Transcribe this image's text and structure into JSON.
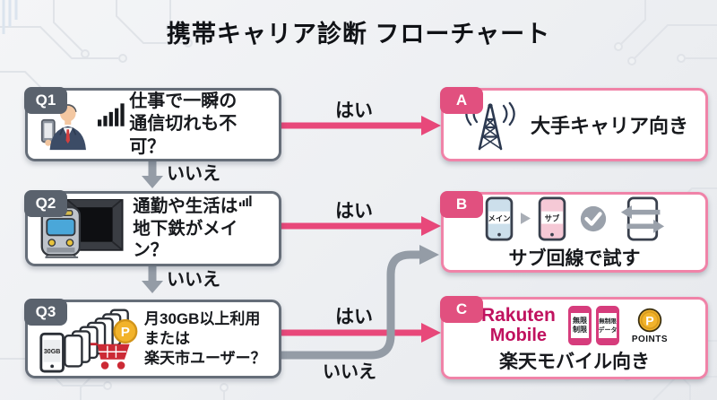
{
  "title": "携帯キャリア診断 フローチャート",
  "questions": [
    {
      "id": "Q1",
      "lines": [
        "仕事で一瞬の",
        "通信切れも不可？"
      ]
    },
    {
      "id": "Q2",
      "lines": [
        "通勤や生活は",
        "地下鉄がメイン？"
      ]
    },
    {
      "id": "Q3",
      "lines": [
        "月30GB以上利用",
        "または",
        "楽天市ユーザー？"
      ],
      "phone_label": "30GB",
      "coin_letter": "P"
    }
  ],
  "answers": [
    {
      "id": "A",
      "label": "大手キャリア向き"
    },
    {
      "id": "B",
      "label": "サブ回線で試す",
      "phone_main": "メイン",
      "phone_sub": "サブ"
    },
    {
      "id": "C",
      "label": "楽天モバイル向き",
      "logo_line1": "Rakuten",
      "logo_line2": "Mobile",
      "phone1_line1": "無限",
      "phone1_line2": "制限",
      "phone2_line1": "無制限",
      "phone2_line2": "データ",
      "coin_letter": "P",
      "points_label": "POINTS"
    }
  ],
  "edges": [
    {
      "from": "Q1",
      "to": "A",
      "label": "はい"
    },
    {
      "from": "Q1",
      "to": "Q2",
      "label": "いいえ"
    },
    {
      "from": "Q2",
      "to": "B",
      "label": "はい"
    },
    {
      "from": "Q2",
      "to": "Q3",
      "label": "いいえ"
    },
    {
      "from": "Q3",
      "to": "C",
      "label": "はい"
    },
    {
      "from": "Q3",
      "to": "B",
      "label": "いいえ"
    }
  ],
  "colors": {
    "yes_arrow": "#E8487A",
    "no_arrow": "#949CA6",
    "question_border": "#666E79",
    "question_badge": "#5A626D",
    "answer_border": "#F083A8",
    "answer_badge": "#E1507F",
    "rakuten_crimson": "#C0125F",
    "coin_gold": "#F2B32B",
    "cart_red": "#CC2A35"
  }
}
